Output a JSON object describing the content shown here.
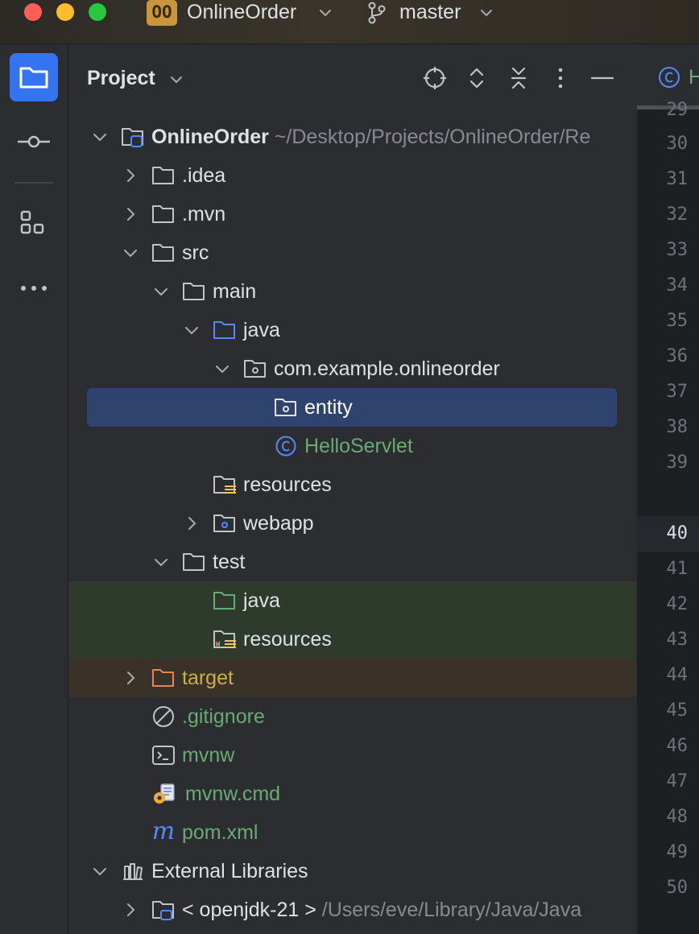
{
  "titlebar": {
    "project_badge": "OO",
    "project_name": "OnlineOrder",
    "branch": "master"
  },
  "panel": {
    "title": "Project"
  },
  "tree": [
    {
      "label": "OnlineOrder",
      "path": "~/Desktop/Projects/OnlineOrder/Re",
      "icon": "module-folder-icon",
      "expanded": true
    },
    {
      "label": ".idea",
      "icon": "folder-icon",
      "expanded": false
    },
    {
      "label": ".mvn",
      "icon": "folder-icon",
      "expanded": false
    },
    {
      "label": "src",
      "icon": "folder-icon",
      "expanded": true
    },
    {
      "label": "main",
      "icon": "folder-icon",
      "expanded": true
    },
    {
      "label": "java",
      "icon": "source-folder-icon",
      "expanded": true
    },
    {
      "label": "com.example.onlineorder",
      "icon": "package-icon",
      "expanded": true
    },
    {
      "label": "entity",
      "icon": "package-icon",
      "selected": true
    },
    {
      "label": "HelloServlet",
      "icon": "class-icon"
    },
    {
      "label": "resources",
      "icon": "resources-folder-icon"
    },
    {
      "label": "webapp",
      "icon": "web-folder-icon",
      "expanded": false
    },
    {
      "label": "test",
      "icon": "folder-icon",
      "expanded": true
    },
    {
      "label": "java",
      "icon": "test-source-folder-icon"
    },
    {
      "label": "resources",
      "icon": "test-resources-folder-icon"
    },
    {
      "label": "target",
      "icon": "excluded-folder-icon",
      "expanded": false
    },
    {
      "label": ".gitignore",
      "icon": "ignore-file-icon"
    },
    {
      "label": "mvnw",
      "icon": "shell-script-icon"
    },
    {
      "label": "mvnw.cmd",
      "icon": "batch-file-icon"
    },
    {
      "label": "pom.xml",
      "icon": "maven-icon"
    },
    {
      "label": "External Libraries",
      "icon": "libraries-icon",
      "expanded": true
    },
    {
      "label": "< openjdk-21 >",
      "path": "/Users/eve/Library/Java/Java",
      "icon": "jdk-folder-icon",
      "expanded": false
    }
  ],
  "editor": {
    "line_numbers": [
      "29",
      "30",
      "31",
      "32",
      "33",
      "34",
      "35",
      "36",
      "37",
      "38",
      "39",
      "40",
      "41",
      "42",
      "43",
      "44",
      "45",
      "46",
      "47",
      "48",
      "49",
      "50"
    ],
    "current_line": "40",
    "tab_label": "H"
  },
  "colors": {
    "accent": "#3574f0",
    "selection": "#2e436e",
    "vcs_added": "#6aab73",
    "test_bg": "#2d3a2c",
    "excluded_bg": "#3a3128",
    "excluded_text": "#c9b144"
  }
}
